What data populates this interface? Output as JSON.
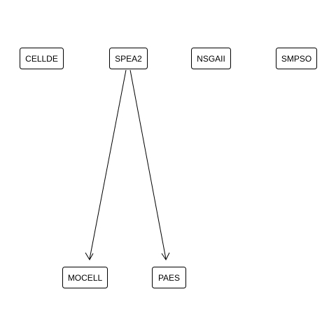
{
  "diagram": {
    "nodes": [
      {
        "id": "cellde",
        "label": "CELLDE"
      },
      {
        "id": "spea2",
        "label": "SPEA2"
      },
      {
        "id": "nsgaii",
        "label": "NSGAII"
      },
      {
        "id": "smpso",
        "label": "SMPSO"
      },
      {
        "id": "mocell",
        "label": "MOCELL"
      },
      {
        "id": "paes",
        "label": "PAES"
      }
    ],
    "edges": [
      {
        "from": "spea2",
        "to": "mocell",
        "directed": true
      },
      {
        "from": "spea2",
        "to": "paes",
        "directed": true
      }
    ]
  }
}
